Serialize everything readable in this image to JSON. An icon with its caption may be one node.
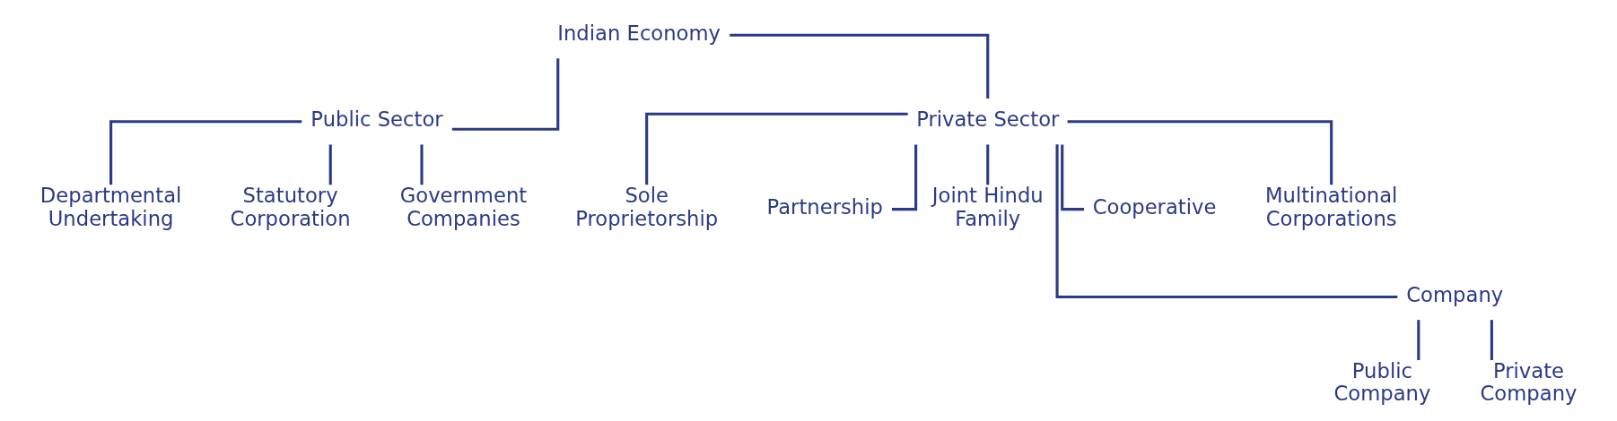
{
  "diagram": {
    "nodes": [
      {
        "text": [
          "Indian Economy"
        ]
      },
      {
        "text": [
          "Public Sector"
        ]
      },
      {
        "text": [
          "Private Sector"
        ]
      },
      {
        "text": [
          "Departmental Undertaking"
        ]
      },
      {
        "text": [
          "Statutory Corporation"
        ]
      },
      {
        "text": [
          "Government Companies"
        ]
      },
      {
        "text": [
          "Sole Proprietorship"
        ]
      },
      {
        "text": [
          "Partnership"
        ]
      },
      {
        "text": [
          "Joint Hindu Family"
        ]
      },
      {
        "text": [
          "Cooperative"
        ]
      },
      {
        "text": [
          "Multinational Corporations"
        ]
      },
      {
        "text": [
          "Company"
        ]
      },
      {
        "text": [
          "Public Company"
        ]
      },
      {
        "text": [
          "Private Company"
        ]
      }
    ],
    "edges": [
      {
        "from": 0,
        "to": 1,
        "arrow": "none"
      },
      {
        "from": 0,
        "to": 2,
        "arrow": "none"
      },
      {
        "from": 1,
        "to": 3,
        "arrow": "none"
      },
      {
        "from": 1,
        "to": 4,
        "arrow": "none"
      },
      {
        "from": 1,
        "to": 5,
        "arrow": "none"
      },
      {
        "from": 2,
        "to": 6,
        "arrow": "none"
      },
      {
        "from": 2,
        "to": 7,
        "arrow": "none"
      },
      {
        "from": 2,
        "to": 8,
        "arrow": "none"
      },
      {
        "from": 2,
        "to": 9,
        "arrow": "none"
      },
      {
        "from": 2,
        "to": 11,
        "arrow": "none"
      },
      {
        "from": 2,
        "to": 10,
        "arrow": "none"
      },
      {
        "from": 11,
        "to": 12,
        "arrow": "none"
      },
      {
        "from": 11,
        "to": 13,
        "arrow": "none"
      }
    ]
  }
}
